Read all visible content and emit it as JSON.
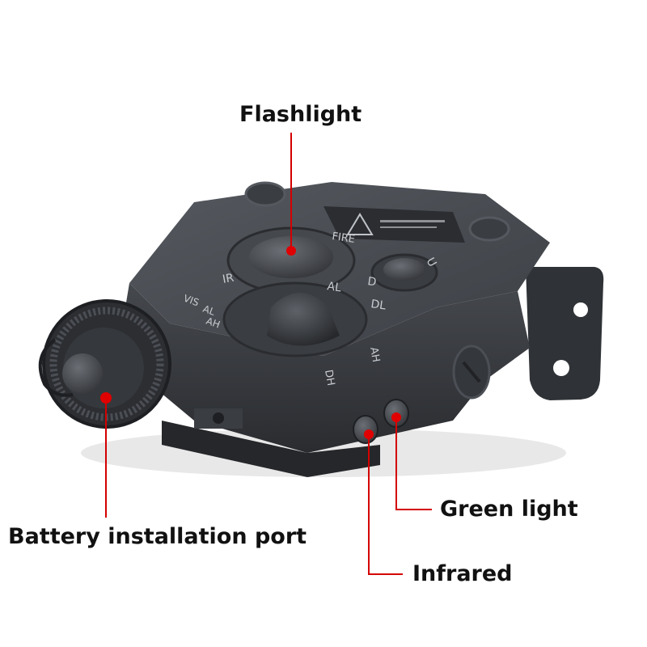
{
  "labels": {
    "flashlight": "Flashlight",
    "battery_port": "Battery installation port",
    "green_light": "Green light",
    "infrared": "Infrared"
  },
  "device_markings": {
    "fire": "FIRE",
    "ir": "IR",
    "vis": "VIS",
    "al": "AL",
    "d": "D",
    "dl": "DL",
    "ah": "AH",
    "u": "U",
    "dh": "DH"
  },
  "colors": {
    "callout_line": "#d40000",
    "callout_dot": "#e00000",
    "device_body": "#3a3d42",
    "label_text": "#111111"
  }
}
